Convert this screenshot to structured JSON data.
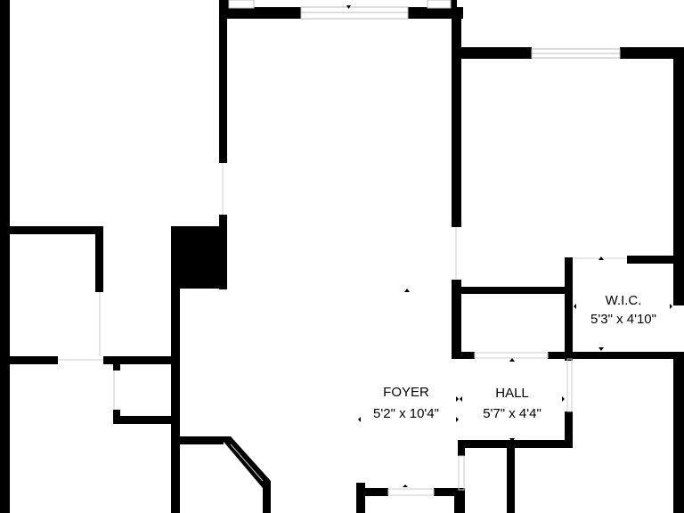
{
  "rooms": [
    {
      "id": "foyer",
      "name": "FOYER",
      "dimensions": "5'2\" x 10'4\""
    },
    {
      "id": "hall",
      "name": "HALL",
      "dimensions": "5'7\" x 4'4\""
    },
    {
      "id": "wic",
      "name": "W.I.C.",
      "dimensions": "5'3\" x 4'10\""
    }
  ],
  "colors": {
    "wall": "#000000",
    "background": "#ffffff",
    "window": "#cccccc"
  }
}
